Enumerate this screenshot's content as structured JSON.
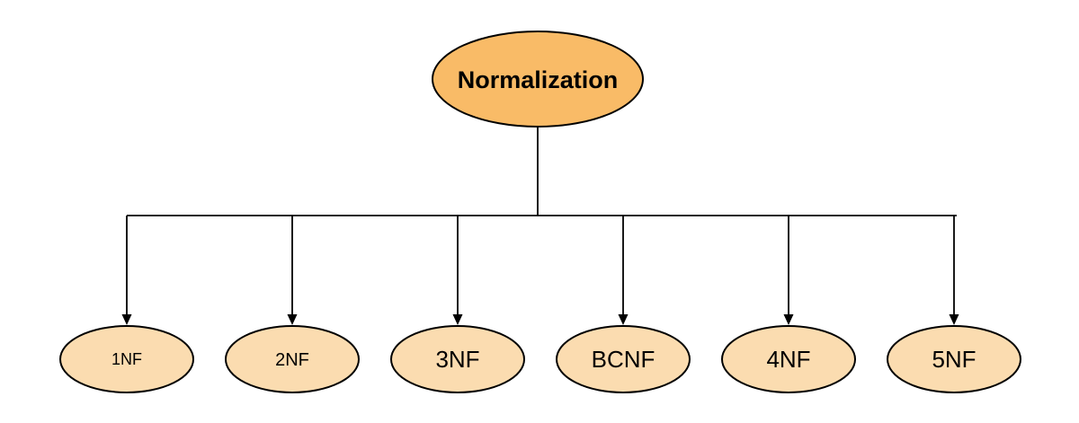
{
  "diagram": {
    "root": {
      "label": "Normalization"
    },
    "children": [
      {
        "label": "1NF"
      },
      {
        "label": "2NF"
      },
      {
        "label": "3NF"
      },
      {
        "label": "BCNF"
      },
      {
        "label": "4NF"
      },
      {
        "label": "5NF"
      }
    ],
    "colors": {
      "root_fill": "#F9BB67",
      "child_fill": "#FBDCB0",
      "stroke": "#000000",
      "connector": "#000000",
      "text": "#000000"
    }
  }
}
